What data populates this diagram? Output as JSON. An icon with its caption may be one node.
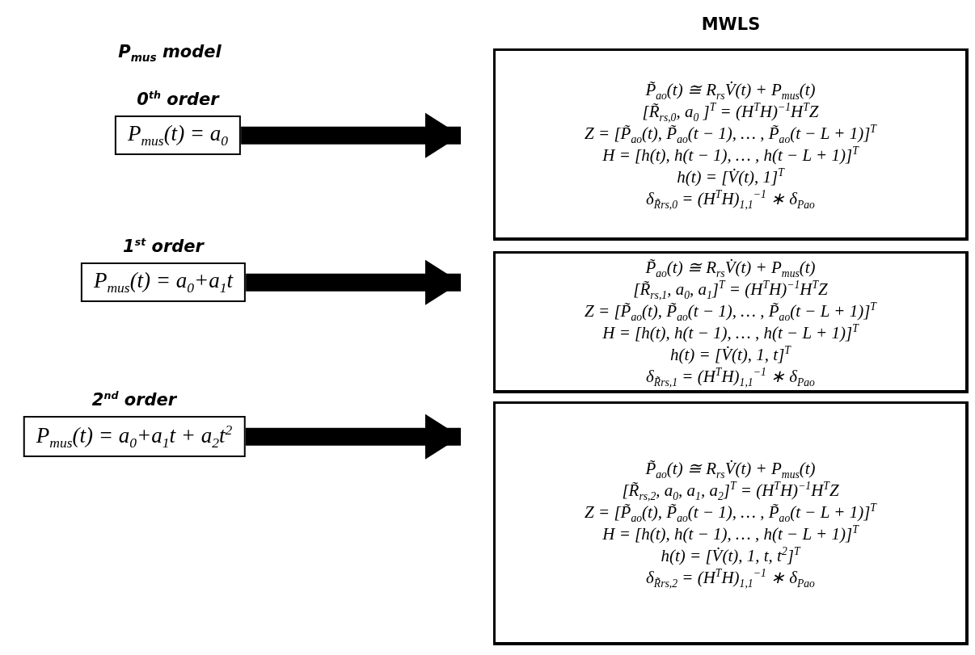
{
  "diagram": {
    "nodes": [
      {
        "text": [
          "0$^{th}$ order",
          "P$_{mus}$(t) = a$_{0}$"
        ]
      },
      {
        "text": [
          "1$^{st}$ order",
          "P$_{mus}$(t) = a$_{0}$+a$_{1}$t"
        ]
      },
      {
        "text": [
          "2$^{nd}$ order",
          "P$_{mus}$(t) = a$_{0}$+a$_{1}$t + a$_{2}$t$^{2}$"
        ]
      },
      {
        "text": [
          "P̃$_{ao}$(t) ≅ R$_{rs}$V̇(t) + P$_{mus}$(t)",
          "[R̃$_{rs,0}$, a$_{0}$ ]$^{T}$ = (H$^{T}$H)$^{−1}$H$^{T}$Z",
          "Z = [P̃$_{ao}$(t), P̃$_{ao}$(t − 1), … , P̃$_{ao}$(t − L + 1)]$^{T}$",
          "H = [h(t), h(t − 1), … , h(t − L + 1)]$^{T}$",
          "h(t) = [V̇(t), 1]$^{T}$",
          "δ$_{R̃rs,0}$ = (H$^{T}$H)$_{1,1}$$^{−1}$ ∗ δ$_{Pao}$"
        ]
      },
      {
        "text": [
          "P̃$_{ao}$(t) ≅ R$_{rs}$V̇(t) + P$_{mus}$(t)",
          "[R̃$_{rs,1}$, a$_{0}$, a$_{1}$]$^{T}$ = (H$^{T}$H)$^{−1}$H$^{T}$Z",
          "Z = [P̃$_{ao}$(t), P̃$_{ao}$(t − 1), … , P̃$_{ao}$(t − L + 1)]$^{T}$",
          "H = [h(t), h(t − 1), … , h(t − L + 1)]$^{T}$",
          "h(t) = [V̇(t), 1, t]$^{T}$",
          "δ$_{R̃rs,1}$ = (H$^{T}$H)$_{1,1}$$^{−1}$ ∗ δ$_{Pao}$"
        ]
      },
      {
        "text": [
          "P̃$_{ao}$(t) ≅ R$_{rs}$V̇(t) + P$_{mus}$(t)",
          "[R̃$_{rs,2}$, a$_{0}$, a$_{1}$, a$_{2}$]$^{T}$ = (H$^{T}$H)$^{−1}$H$^{T}$Z",
          "Z = [P̃$_{ao}$(t), P̃$_{ao}$(t − 1), … , P̃$_{ao}$(t − L + 1)]$^{T}$",
          "H = [h(t), h(t − 1), … , h(t − L + 1)]$^{T}$",
          "h(t) = [V̇(t), 1, t, t$^{2}$]$^{T}$",
          "δ$_{R̃rs,2}$ = (H$^{T}$H)$_{1,1}$$^{−1}$ ∗ δ$_{Pao}$"
        ]
      }
    ],
    "edges": [
      {
        "from": 0,
        "to": 3,
        "arrow": "to"
      },
      {
        "from": 1,
        "to": 4,
        "arrow": "to"
      },
      {
        "from": 2,
        "to": 5,
        "arrow": "to"
      }
    ],
    "labels": [
      "P$_{mus}$ model",
      "MWLS"
    ]
  }
}
